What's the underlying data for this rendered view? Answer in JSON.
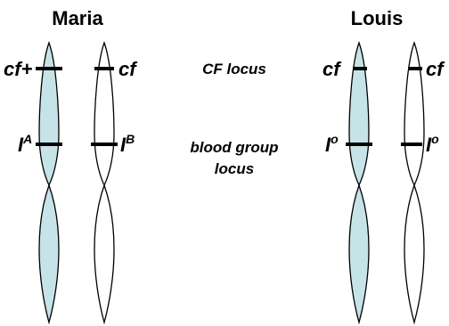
{
  "people": [
    {
      "name": "Maria",
      "chromosomes": [
        {
          "shaded": true,
          "cf_allele": "cf+",
          "blood_base": "I",
          "blood_sup": "A"
        },
        {
          "shaded": false,
          "cf_allele": "cf",
          "blood_base": "I",
          "blood_sup": "B"
        }
      ]
    },
    {
      "name": "Louis",
      "chromosomes": [
        {
          "shaded": true,
          "cf_allele": "cf",
          "blood_base": "I",
          "blood_sup": "o"
        },
        {
          "shaded": false,
          "cf_allele": "cf",
          "blood_base": "I",
          "blood_sup": "o"
        }
      ]
    }
  ],
  "loci": {
    "cf_locus": "CF locus",
    "blood_locus_line1": "blood group",
    "blood_locus_line2": "locus"
  },
  "colors": {
    "shaded_fill": "#c6e3e8",
    "outline": "#000000",
    "band": "#000000"
  }
}
